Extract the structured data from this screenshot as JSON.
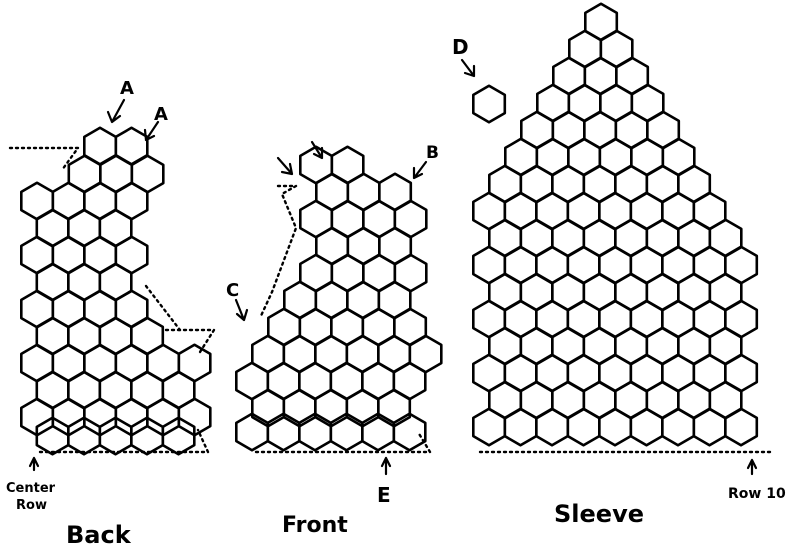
{
  "labels": {
    "back_a_upper": "A",
    "back_a_right": "A",
    "front_b": "B",
    "front_c": "C",
    "sleeve_d": "D",
    "front_e": "E",
    "center_row_line1": "Center",
    "center_row_line2": "Row",
    "row10": "Row 10"
  },
  "titles": {
    "back": "Back",
    "front": "Front",
    "sleeve": "Sleeve"
  }
}
